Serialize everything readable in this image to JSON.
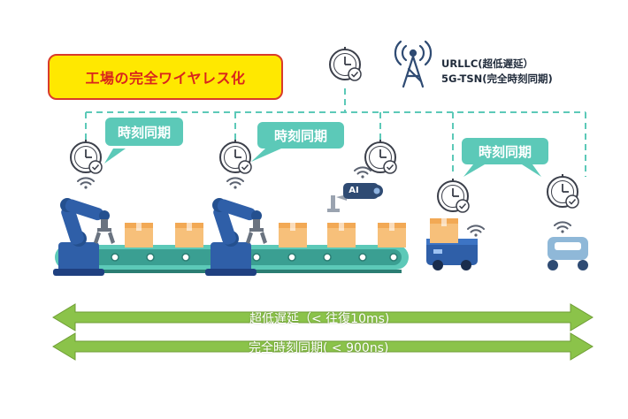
{
  "title": "工場の完全ワイヤレス化",
  "legend": {
    "line1": "URLLC(超低遅延）",
    "line2": "5G-TSN(完全時刻同期)"
  },
  "callouts": [
    "時刻同期",
    "時刻同期",
    "時刻同期"
  ],
  "camera_badge": "AI",
  "arrows": {
    "latency_label": "超低遅延（< 往復10ms)",
    "sync_label": "完全時刻同期( < 900ns)"
  },
  "colors": {
    "accent_green": "#5cc9b8",
    "arrow_green": "#8bc34a",
    "title_fill": "#ffe800",
    "title_border": "#d93b2b",
    "title_text": "#d9251c",
    "robot_blue": "#2f5fa8",
    "box_orange": "#f7c07a"
  }
}
